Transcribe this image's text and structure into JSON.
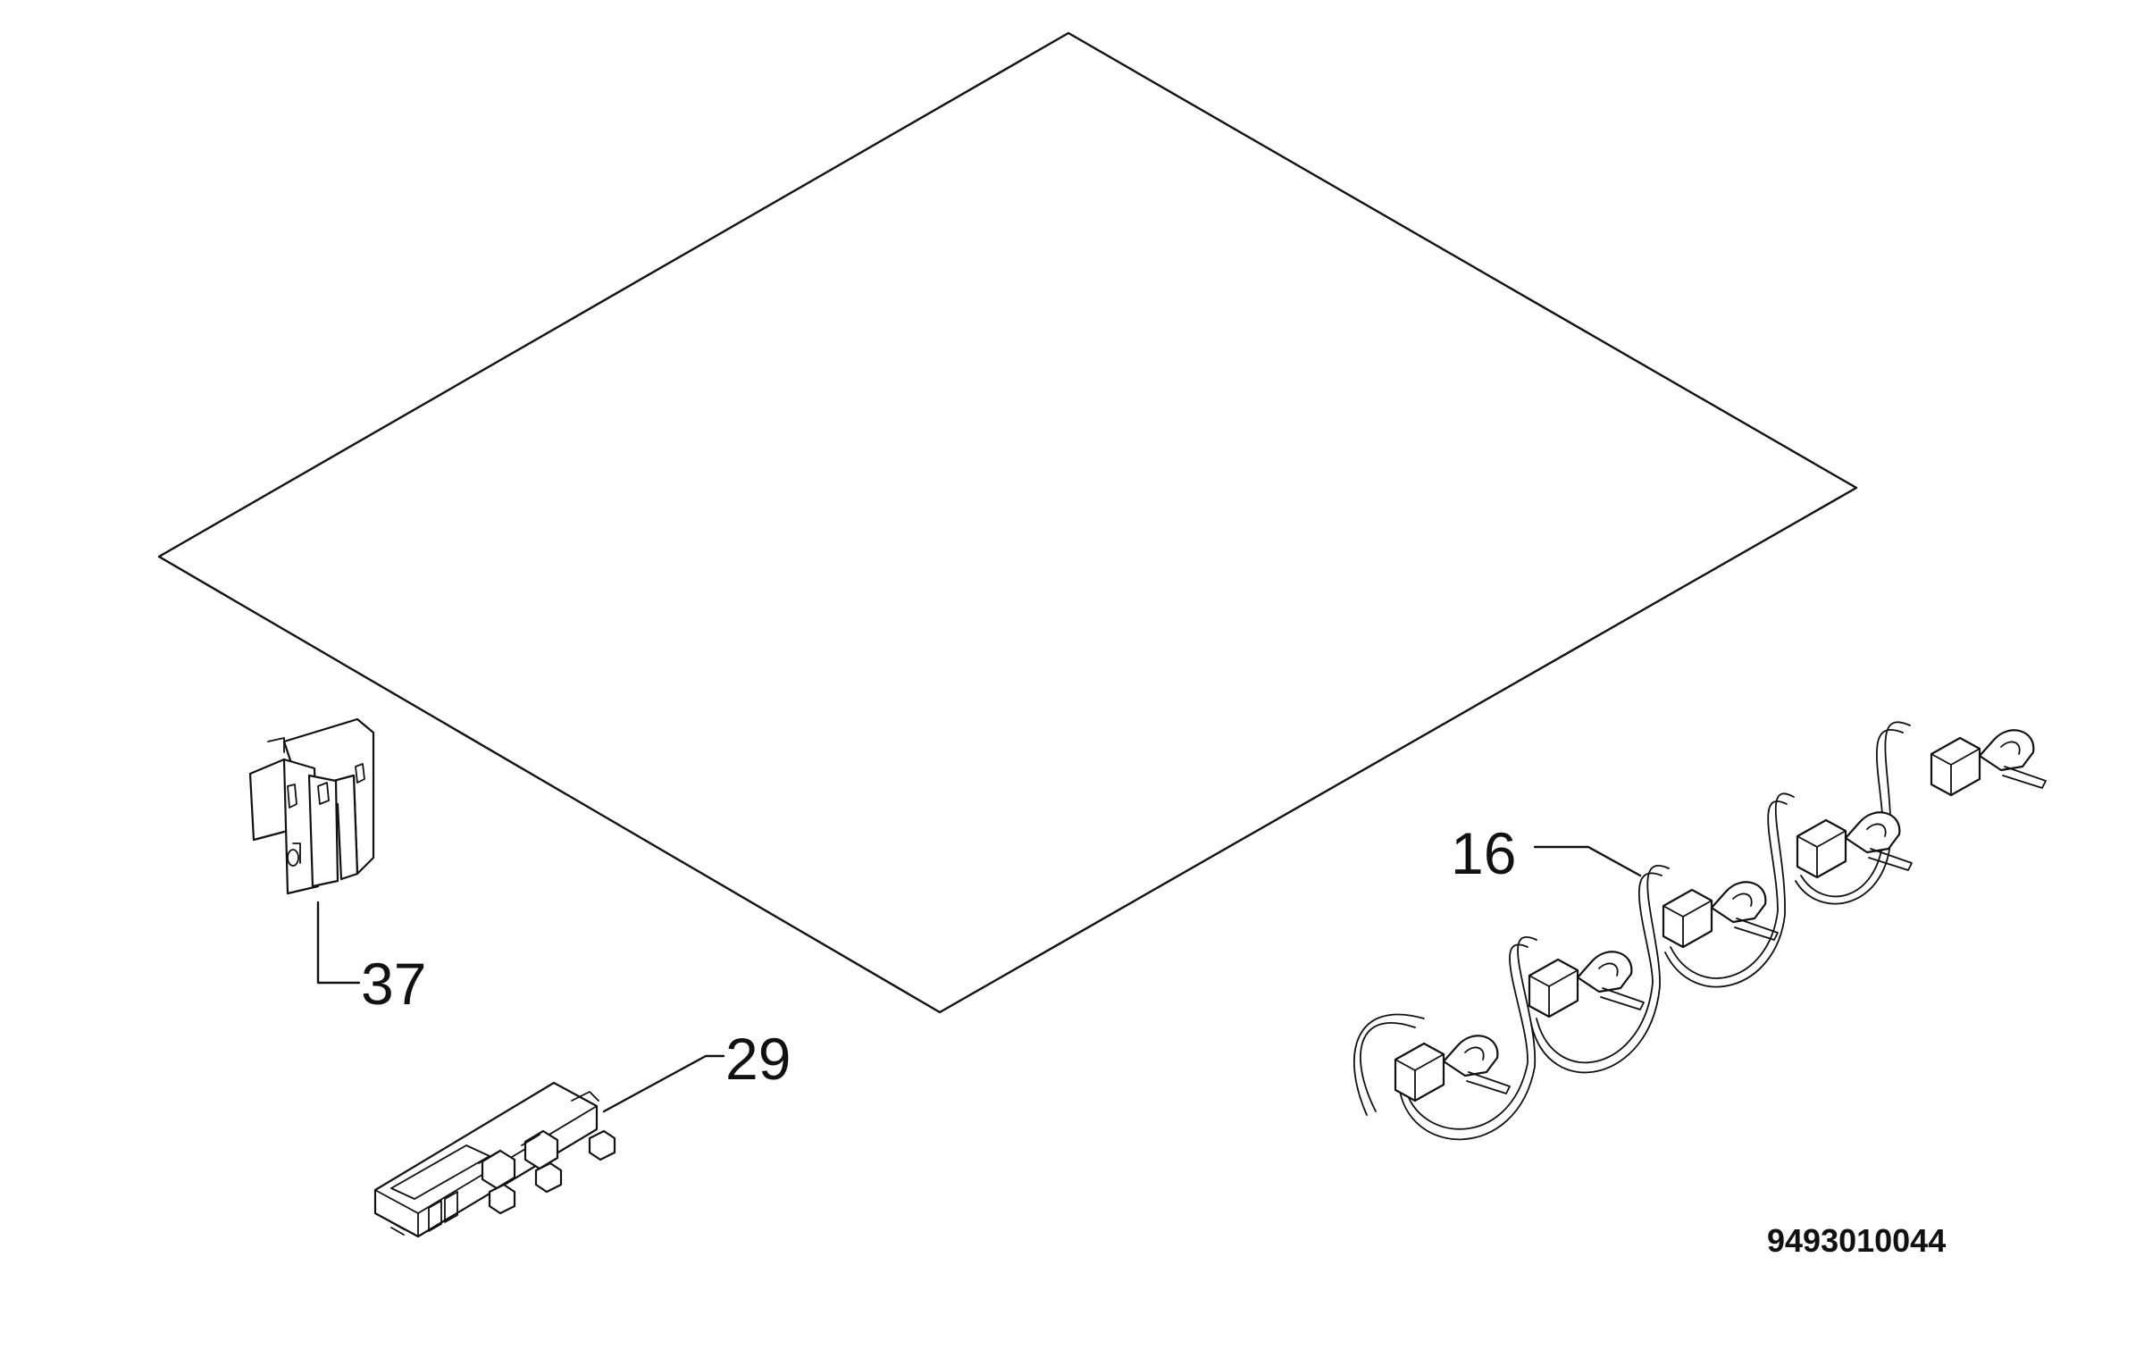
{
  "callouts": [
    {
      "id": "glass-top",
      "label": "16"
    },
    {
      "id": "ignition-switch-bracket",
      "label": "37"
    },
    {
      "id": "spark-generator",
      "label": "29"
    }
  ],
  "drawing_code": "9493010044",
  "icons": [
    "glass-top-panel",
    "ignition-switch-bracket",
    "spark-generator",
    "ignition-electrode-harness"
  ]
}
